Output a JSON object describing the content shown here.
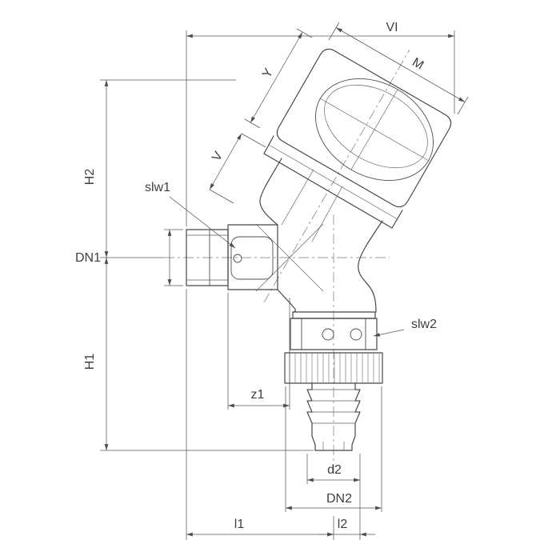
{
  "drawing": {
    "kind": "technical-dimension-drawing",
    "subject": "angled valve with hose connector",
    "colors": {
      "background": "#ffffff",
      "outline": "#44484d",
      "dimension": "#54585d",
      "centerline": "#73777d",
      "label_text": "#3b3f44"
    },
    "labels": {
      "vi": "VI",
      "m": "M",
      "y": "Y",
      "v": "V",
      "h2": "H2",
      "slw1": "slw1",
      "dn1": "DN1",
      "h1": "H1",
      "z1": "z1",
      "slw2": "slw2",
      "d2": "d2",
      "dn2": "DN2",
      "l1": "l1",
      "l2": "l2"
    }
  }
}
